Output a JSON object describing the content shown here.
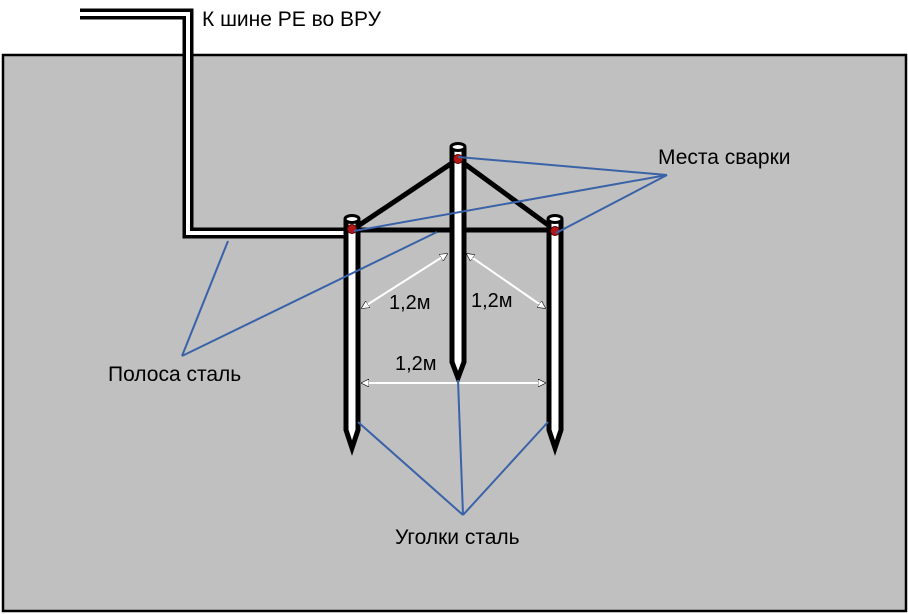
{
  "labels": {
    "to_pe_bus": "К шине PE во ВРУ",
    "weld_points": "Места сварки",
    "steel_strip": "Полоса сталь",
    "steel_angles": "Уголки сталь",
    "dim_left": "1,2м",
    "dim_right": "1,2м",
    "dim_bottom": "1,2м"
  },
  "colors": {
    "ground": "#c0c0c0",
    "outline": "#000000",
    "conductor": "#000000",
    "leader": "#3a62a8",
    "weld": "#b01818",
    "dimension": "#ffffff"
  }
}
